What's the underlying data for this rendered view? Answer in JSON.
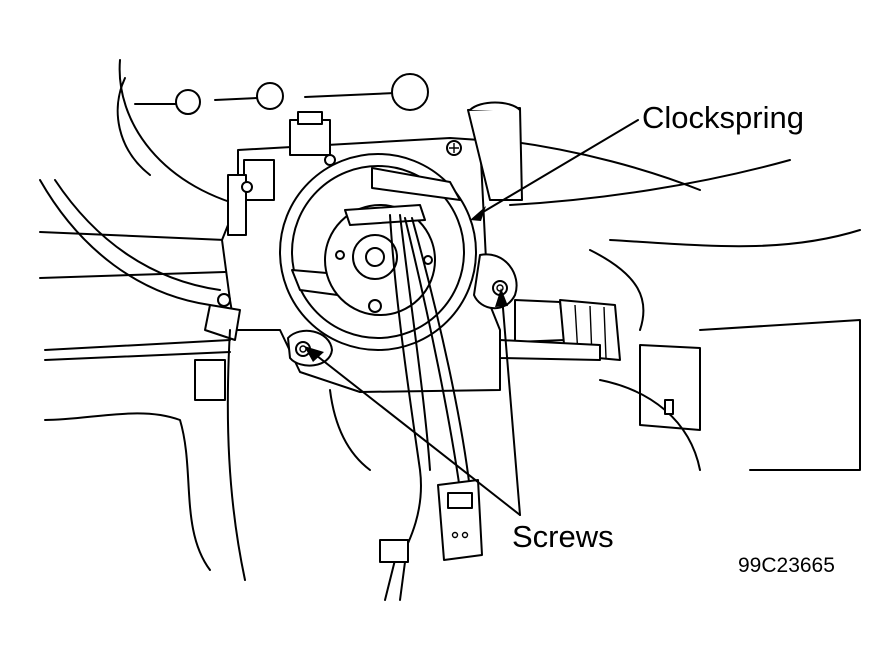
{
  "labels": {
    "clockspring": "Clockspring",
    "screws": "Screws",
    "figure_id": "99C23665"
  },
  "colors": {
    "line": "#000000",
    "background": "#ffffff"
  }
}
